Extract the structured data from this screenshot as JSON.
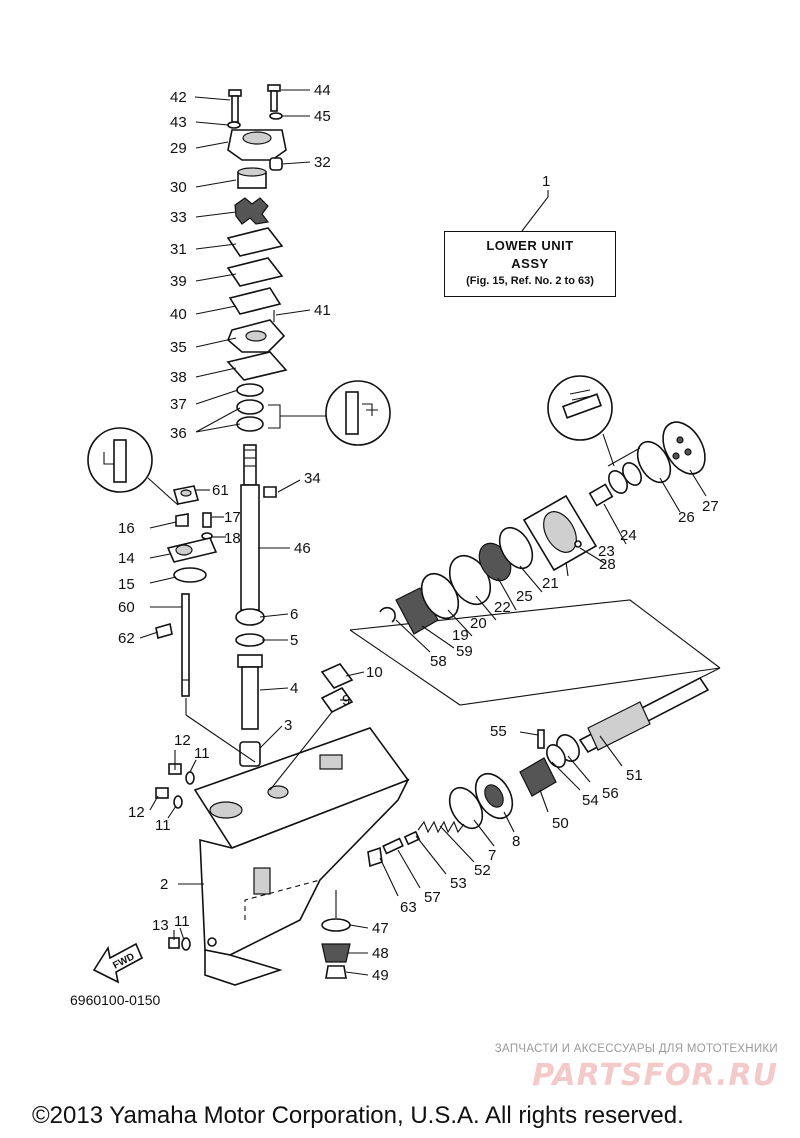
{
  "assembly_box": {
    "line1": "LOWER UNIT",
    "line2": "ASSY",
    "line3": "(Fig. 15, Ref. No. 2 to 63)"
  },
  "diagram_code": "6960100-0150",
  "fwd_label": "FWD",
  "watermark": {
    "text": "ЗАПЧАСТИ И АКСЕССУАРЫ ДЛЯ МОТОТЕХНИКИ",
    "logo": "PARTSFOR.RU",
    "logo_color": "#f3c9c9"
  },
  "copyright": "©2013 Yamaha Motor Corporation, U.S.A. All rights reserved.",
  "callouts": [
    "1",
    "2",
    "3",
    "4",
    "5",
    "6",
    "7",
    "8",
    "9",
    "10",
    "11",
    "11",
    "11",
    "12",
    "12",
    "13",
    "14",
    "15",
    "16",
    "17",
    "18",
    "19",
    "20",
    "21",
    "22",
    "23",
    "24",
    "25",
    "26",
    "27",
    "28",
    "29",
    "30",
    "31",
    "32",
    "33",
    "34",
    "35",
    "36",
    "37",
    "38",
    "39",
    "40",
    "41",
    "42",
    "43",
    "44",
    "45",
    "46",
    "47",
    "48",
    "49",
    "50",
    "51",
    "52",
    "53",
    "54",
    "55",
    "56",
    "57",
    "58",
    "59",
    "60",
    "61",
    "62",
    "63"
  ]
}
